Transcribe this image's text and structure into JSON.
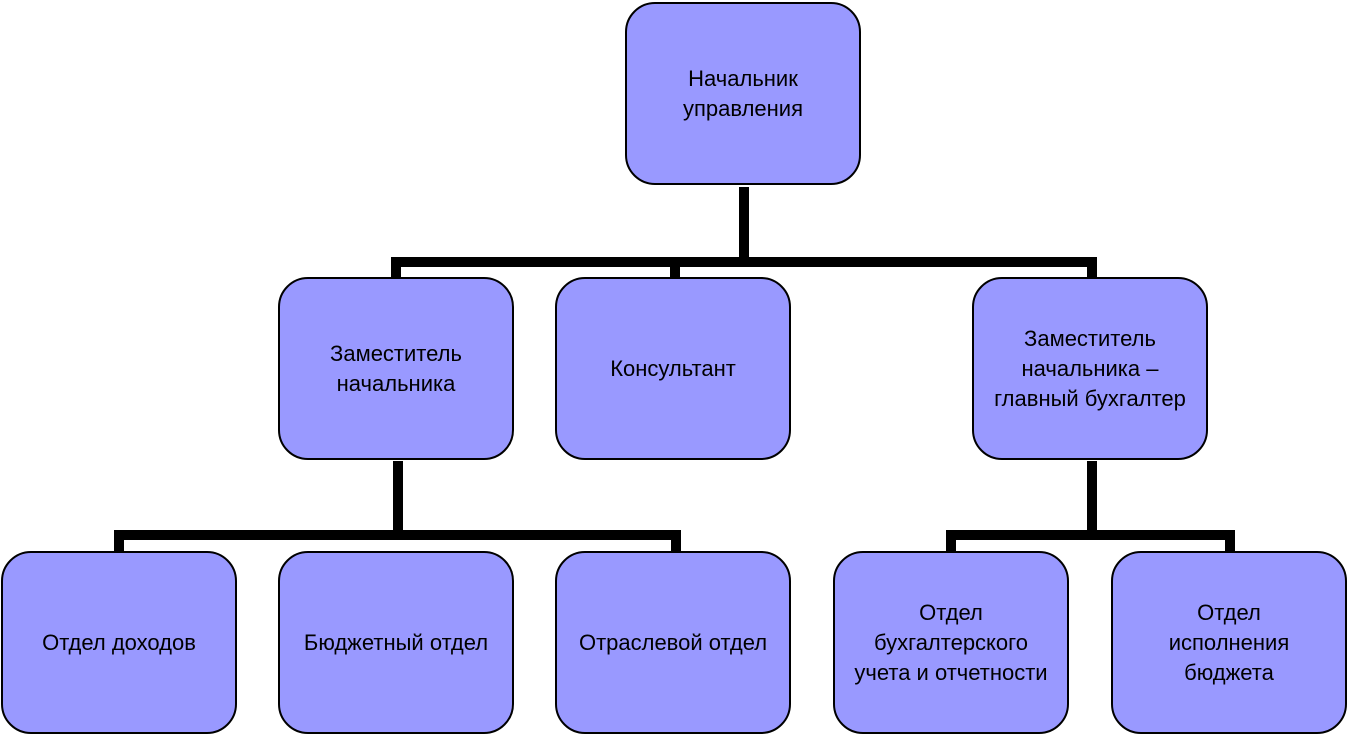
{
  "style": {
    "box_fill": "#9999ff",
    "box_border": "#000000",
    "connector_color": "#000000",
    "text_color": "#000000"
  },
  "nodes": {
    "head": {
      "label": "Начальник\nуправления"
    },
    "deputy": {
      "label": "Заместитель\nначальника"
    },
    "consultant": {
      "label": "Консультант"
    },
    "deputy_chief_accountant": {
      "label": "Заместитель\nначальника –\nглавный бухгалтер"
    },
    "income_dept": {
      "label": "Отдел доходов"
    },
    "budget_dept": {
      "label": "Бюджетный отдел"
    },
    "sector_dept": {
      "label": "Отраслевой отдел"
    },
    "accounting_dept": {
      "label": "Отдел\nбухгалтерского\nучета и отчетности"
    },
    "budget_execution_dept": {
      "label": "Отдел\nисполнения\nбюджета"
    }
  },
  "edges": [
    {
      "from": "head",
      "to": "deputy"
    },
    {
      "from": "head",
      "to": "consultant"
    },
    {
      "from": "head",
      "to": "deputy_chief_accountant"
    },
    {
      "from": "deputy",
      "to": "income_dept"
    },
    {
      "from": "deputy",
      "to": "budget_dept"
    },
    {
      "from": "deputy",
      "to": "sector_dept"
    },
    {
      "from": "deputy_chief_accountant",
      "to": "accounting_dept"
    },
    {
      "from": "deputy_chief_accountant",
      "to": "budget_execution_dept"
    }
  ]
}
